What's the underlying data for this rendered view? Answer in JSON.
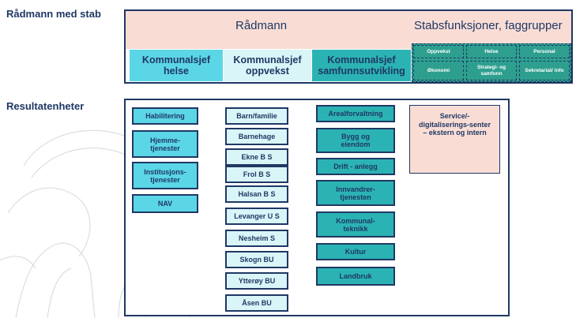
{
  "labels": {
    "staff": "Rådmann med stab",
    "results": "Resultatenheter"
  },
  "top": {
    "radmann": "Rådmann",
    "stab_title": "Stabsfunksjoner, faggrupper",
    "kommunalsjefer": [
      "Kommunalsjef helse",
      "Kommunalsjef oppvekst",
      "Kommunalsjef samfunnsutvikling"
    ],
    "stab_cells": [
      "Oppvekst",
      "Helse",
      "Personal",
      "Økonomi",
      "Strategi- og samfunn",
      "Sekretariat/ info"
    ]
  },
  "units": {
    "helse": [
      "Habilitering",
      "Hjemme-tjenester",
      "Institusjons-tjenester",
      "NAV"
    ],
    "oppvekst": [
      "Barn/familie",
      "Barnehage",
      "Ekne B S",
      "Frol B S",
      "Halsan B S",
      "Levanger U S",
      "Nesheim S",
      "Skogn BU",
      "Ytterøy BU",
      "Åsen BU"
    ],
    "samfunn": [
      "Arealforvaltning",
      "Bygg og eiendom",
      "Drift - anlegg",
      "Innvandrer-tjenesten",
      "Kommunal-teknikk",
      "Kultur",
      "Landbruk"
    ],
    "service": "Service/-digitaliserings-senter – ekstern og intern"
  },
  "colors": {
    "navy": "#1f3864",
    "kommunalsjef_helse": "#5bd6e6",
    "kommunalsjef_oppvekst": "#daf5f8",
    "kommunalsjef_samfunn": "#2bb3b3",
    "stab": "#2e9f8f",
    "pink": "#f9ddd5"
  }
}
